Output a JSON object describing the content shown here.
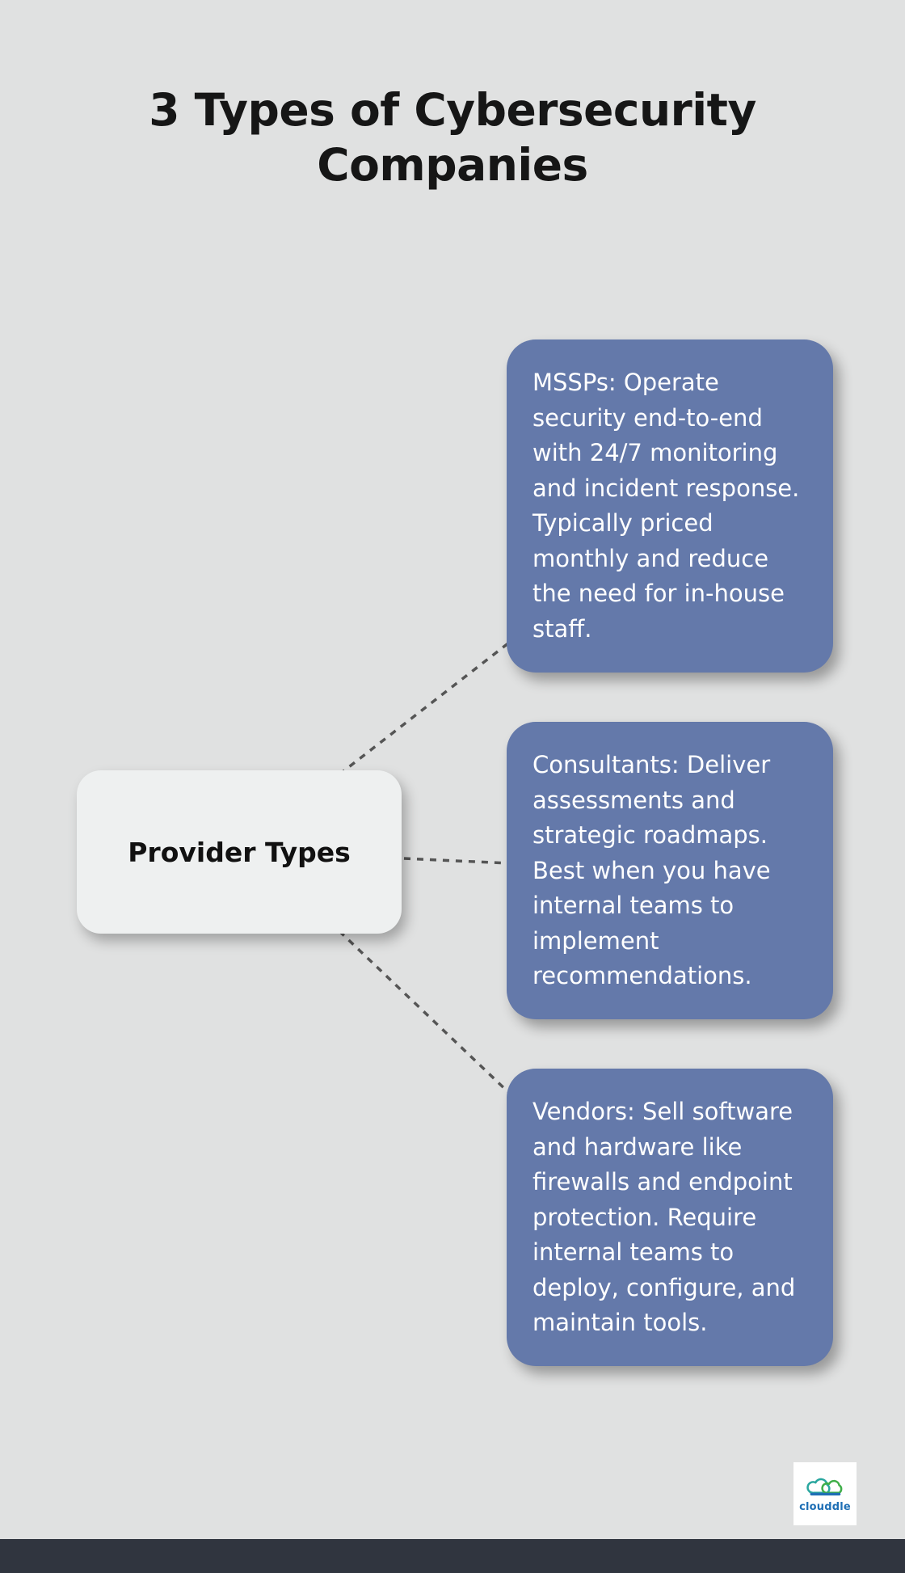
{
  "title": "3 Types of Cybersecurity Companies",
  "center_node": {
    "label": "Provider Types"
  },
  "cards": [
    {
      "id": "mssps",
      "text": "MSSPs: Operate security end-to-end with 24/7 monitoring and incident response. Typically priced monthly and reduce the need for in-house staff."
    },
    {
      "id": "consultants",
      "text": "Consultants: Deliver assessments and strategic roadmaps. Best when you have internal teams to implement recommendations."
    },
    {
      "id": "vendors",
      "text": "Vendors: Sell software and hardware like firewalls and endpoint protection. Require internal teams to deploy, configure, and maintain tools."
    }
  ],
  "logo": {
    "text": "clouddle"
  },
  "colors": {
    "bg": "#e0e1e1",
    "card": "#6479aa",
    "card-text": "#ffffff",
    "center-bg": "#eef0f0",
    "center-text": "#111111",
    "title": "#161616",
    "connector": "#555555",
    "bottombar": "#30353f",
    "logo-text": "#1f6fb5"
  }
}
